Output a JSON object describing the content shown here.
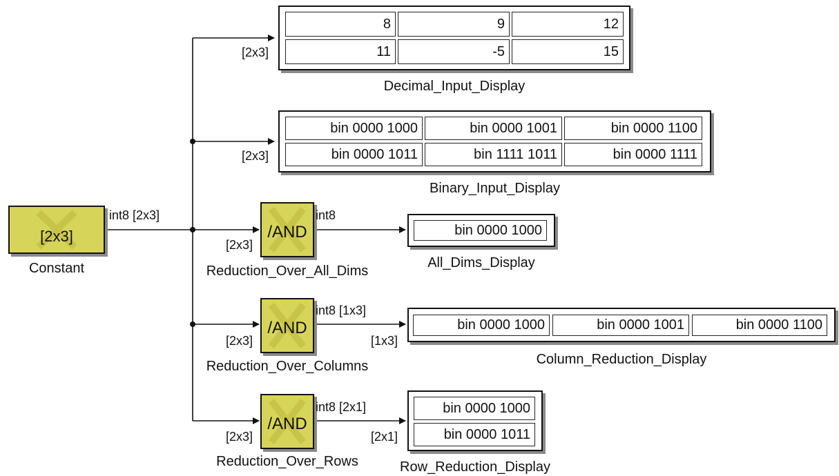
{
  "constant": {
    "value": "[2x3]",
    "name": "Constant",
    "out_label": "int8 [2x3]"
  },
  "decimal_display": {
    "name": "Decimal_Input_Display",
    "in_label": "[2x3]",
    "rows": [
      [
        "8",
        "9",
        "12"
      ],
      [
        "11",
        "-5",
        "15"
      ]
    ]
  },
  "binary_display": {
    "name": "Binary_Input_Display",
    "in_label": "[2x3]",
    "rows": [
      [
        "bin 0000 1000",
        "bin 0000 1001",
        "bin 0000 1100"
      ],
      [
        "bin 0000 1011",
        "bin 1111 1011",
        "bin 0000 1111"
      ]
    ]
  },
  "reduction_all": {
    "name": "Reduction_Over_All_Dims",
    "op": "/AND",
    "in_label": "[2x3]",
    "out_label": "int8"
  },
  "all_dims_display": {
    "name": "All_Dims_Display",
    "value": "bin 0000 1000"
  },
  "reduction_cols": {
    "name": "Reduction_Over_Columns",
    "op": "/AND",
    "in_label": "[2x3]",
    "out_label": "int8 [1x3]"
  },
  "column_display": {
    "name": "Column_Reduction_Display",
    "in_label": "[1x3]",
    "values": [
      "bin 0000 1000",
      "bin 0000 1001",
      "bin 0000 1100"
    ]
  },
  "reduction_rows": {
    "name": "Reduction_Over_Rows",
    "op": "/AND",
    "in_label": "[2x3]",
    "out_label": "int8 [2x1]"
  },
  "row_display": {
    "name": "Row_Reduction_Display",
    "in_label": "[2x1]",
    "values": [
      "bin 0000 1000",
      "bin 0000 1011"
    ]
  },
  "colors": {
    "block_fill": "#d7d45a",
    "line": "#111111",
    "shadow": "#8a8a8a"
  }
}
